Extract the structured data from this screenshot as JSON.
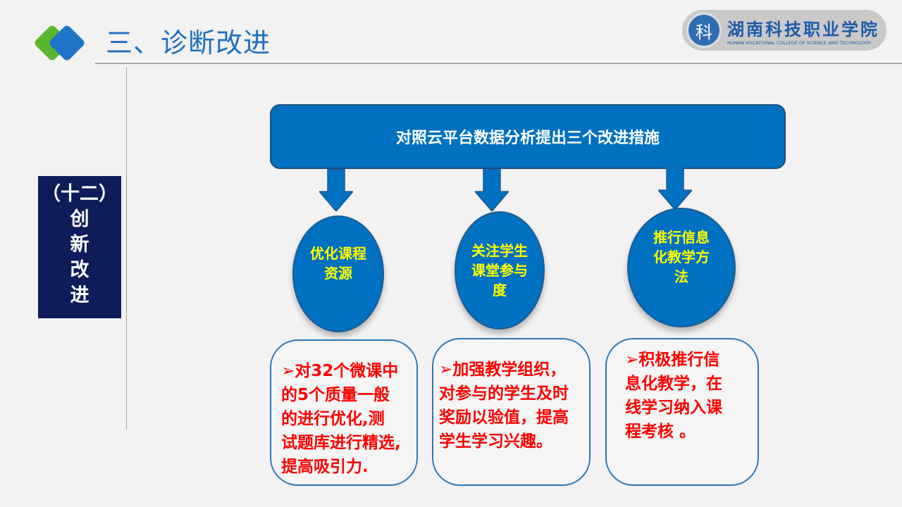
{
  "header": {
    "title": "三、诊断改进",
    "logo": {
      "cn": "湖南科技职业学院",
      "en": "HUNAN VOCATIONAL COLLEGE OF SCIENCE AND TECHNOLOGY"
    }
  },
  "side": {
    "lines": [
      "（十二）",
      "创",
      "新",
      "改",
      "进"
    ]
  },
  "banner": "对照云平台数据分析提出三个改进措施",
  "colors": {
    "blue": "#0070c0",
    "navy": "#0c1d5a",
    "yellow": "#ffff00",
    "red": "#ff0000"
  },
  "measures": [
    {
      "title": [
        "优化课程",
        "资源"
      ],
      "bullet": "➢",
      "lines": [
        "对32个微课中",
        "的5个质量一般",
        "的进行优化,测",
        "试题库进行精选,",
        "提高吸引力."
      ]
    },
    {
      "title": [
        "关注学生",
        "课堂参与",
        "度"
      ],
      "bullet": "➢",
      "lines": [
        "加强教学组织，",
        "对参与的学生及时",
        "奖励以验值，提高",
        "学生学习兴趣。"
      ]
    },
    {
      "title": [
        "推行信息",
        "化教学方",
        "法"
      ],
      "bullet": "➢",
      "lines": [
        "积极推行信",
        "息化教学，在",
        "线学习纳入课",
        "程考核 。"
      ]
    }
  ]
}
